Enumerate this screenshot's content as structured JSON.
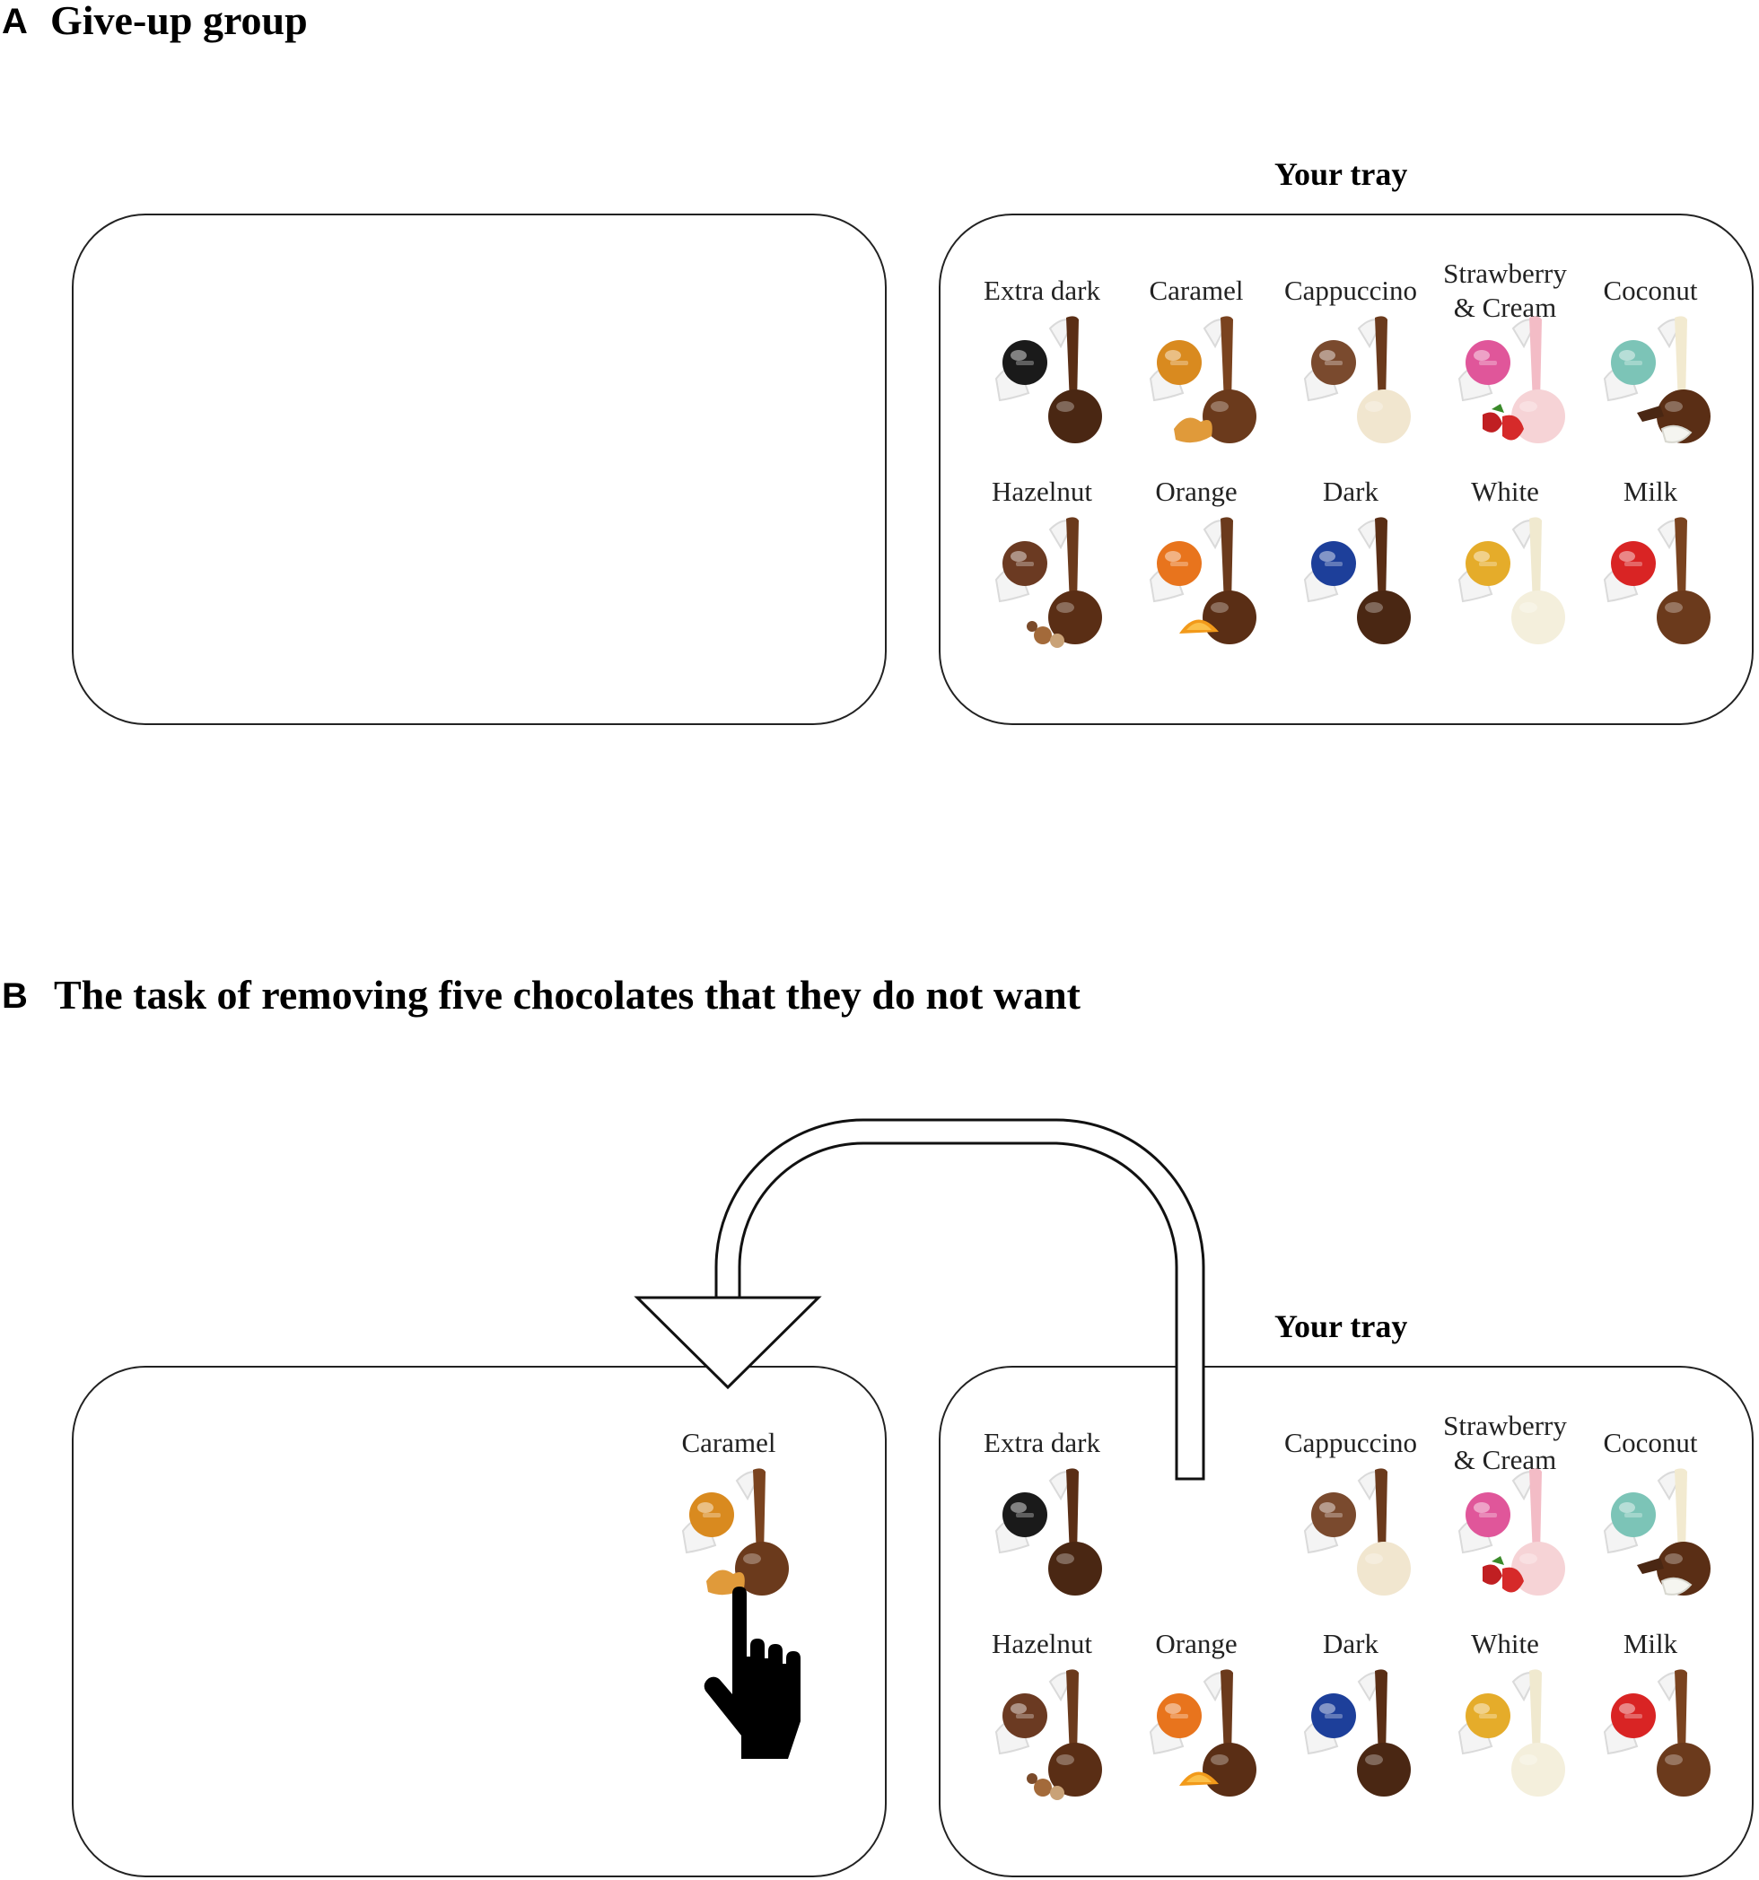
{
  "panels": [
    {
      "letter": "A",
      "title": "Give-up group",
      "tray_heading": "Your tray",
      "left_box_items": [],
      "tray_items": [
        {
          "label": "Extra dark",
          "foil": "#1a1a1a",
          "shell": "#4a2713",
          "drip": "#5a2e15",
          "extra": "none"
        },
        {
          "label": "Caramel",
          "foil": "#d98a1f",
          "shell": "#6b3a1c",
          "drip": "#7a431f",
          "extra": "caramel"
        },
        {
          "label": "Cappuccino",
          "foil": "#7a4a2e",
          "shell": "#f1e6cf",
          "drip": "#6b3a1c",
          "extra": "none"
        },
        {
          "label": "Strawberry\n& Cream",
          "foil": "#e0569a",
          "shell": "#f6d3d6",
          "drip": "#f3bcc6",
          "extra": "strawberry"
        },
        {
          "label": "Coconut",
          "foil": "#7cc4b7",
          "shell": "#5a2e15",
          "drip": "#f2ead0",
          "extra": "coconut"
        },
        {
          "label": "Hazelnut",
          "foil": "#6b3a22",
          "shell": "#5a2e15",
          "drip": "#6b3a1c",
          "extra": "hazelnut"
        },
        {
          "label": "Orange",
          "foil": "#e8741d",
          "shell": "#5a2e15",
          "drip": "#6b3a1c",
          "extra": "orange"
        },
        {
          "label": "Dark",
          "foil": "#1d3f9a",
          "shell": "#4a2713",
          "drip": "#5a2e15",
          "extra": "none"
        },
        {
          "label": "White",
          "foil": "#e5ac2a",
          "shell": "#f4efdc",
          "drip": "#f0e9cf",
          "extra": "none"
        },
        {
          "label": "Milk",
          "foil": "#d92424",
          "shell": "#6b3a1c",
          "drip": "#7a431f",
          "extra": "none"
        }
      ]
    },
    {
      "letter": "B",
      "title": "The task of removing five chocolates that they do not want",
      "tray_heading": "Your tray",
      "left_box_items": [
        {
          "label": "Caramel",
          "foil": "#d98a1f",
          "shell": "#6b3a1c",
          "drip": "#7a431f",
          "extra": "caramel"
        }
      ],
      "tray_items": [
        {
          "label": "Extra dark",
          "foil": "#1a1a1a",
          "shell": "#4a2713",
          "drip": "#5a2e15",
          "extra": "none"
        },
        {
          "label": "",
          "empty": true
        },
        {
          "label": "Cappuccino",
          "foil": "#7a4a2e",
          "shell": "#f1e6cf",
          "drip": "#6b3a1c",
          "extra": "none"
        },
        {
          "label": "Strawberry\n& Cream",
          "foil": "#e0569a",
          "shell": "#f6d3d6",
          "drip": "#f3bcc6",
          "extra": "strawberry"
        },
        {
          "label": "Coconut",
          "foil": "#7cc4b7",
          "shell": "#5a2e15",
          "drip": "#f2ead0",
          "extra": "coconut"
        },
        {
          "label": "Hazelnut",
          "foil": "#6b3a22",
          "shell": "#5a2e15",
          "drip": "#6b3a1c",
          "extra": "hazelnut"
        },
        {
          "label": "Orange",
          "foil": "#e8741d",
          "shell": "#5a2e15",
          "drip": "#6b3a1c",
          "extra": "orange"
        },
        {
          "label": "Dark",
          "foil": "#1d3f9a",
          "shell": "#4a2713",
          "drip": "#5a2e15",
          "extra": "none"
        },
        {
          "label": "White",
          "foil": "#e5ac2a",
          "shell": "#f4efdc",
          "drip": "#f0e9cf",
          "extra": "none"
        },
        {
          "label": "Milk",
          "foil": "#d92424",
          "shell": "#6b3a1c",
          "drip": "#7a431f",
          "extra": "none"
        }
      ]
    }
  ],
  "icons": {
    "move_arrow": "curved-arrow-icon",
    "pointer": "pointing-hand-icon"
  }
}
